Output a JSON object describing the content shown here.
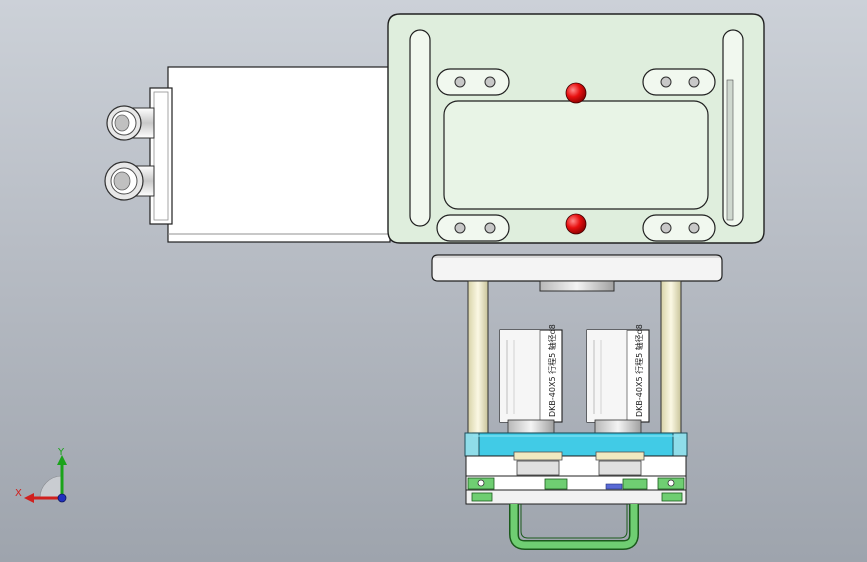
{
  "cylinders": [
    {
      "id": "left",
      "label": "DKB-40X5 行程5 轴径d8"
    },
    {
      "id": "right",
      "label": "DKB-40X5 行程5 轴径d8"
    }
  ],
  "triad": {
    "x_label": "X",
    "y_label": "Y",
    "colors": {
      "x": "#d0201e",
      "y": "#1aa31a",
      "z": "#2030c0"
    }
  },
  "colors": {
    "background_top": "#ccd1d8",
    "background_bottom": "#9ea4ad",
    "plate_green": "#dfeedd",
    "marker_red": "#e01010",
    "block_cyan": "#41cbe6",
    "handle_green": "#6fce72",
    "body_white": "#ffffff"
  }
}
